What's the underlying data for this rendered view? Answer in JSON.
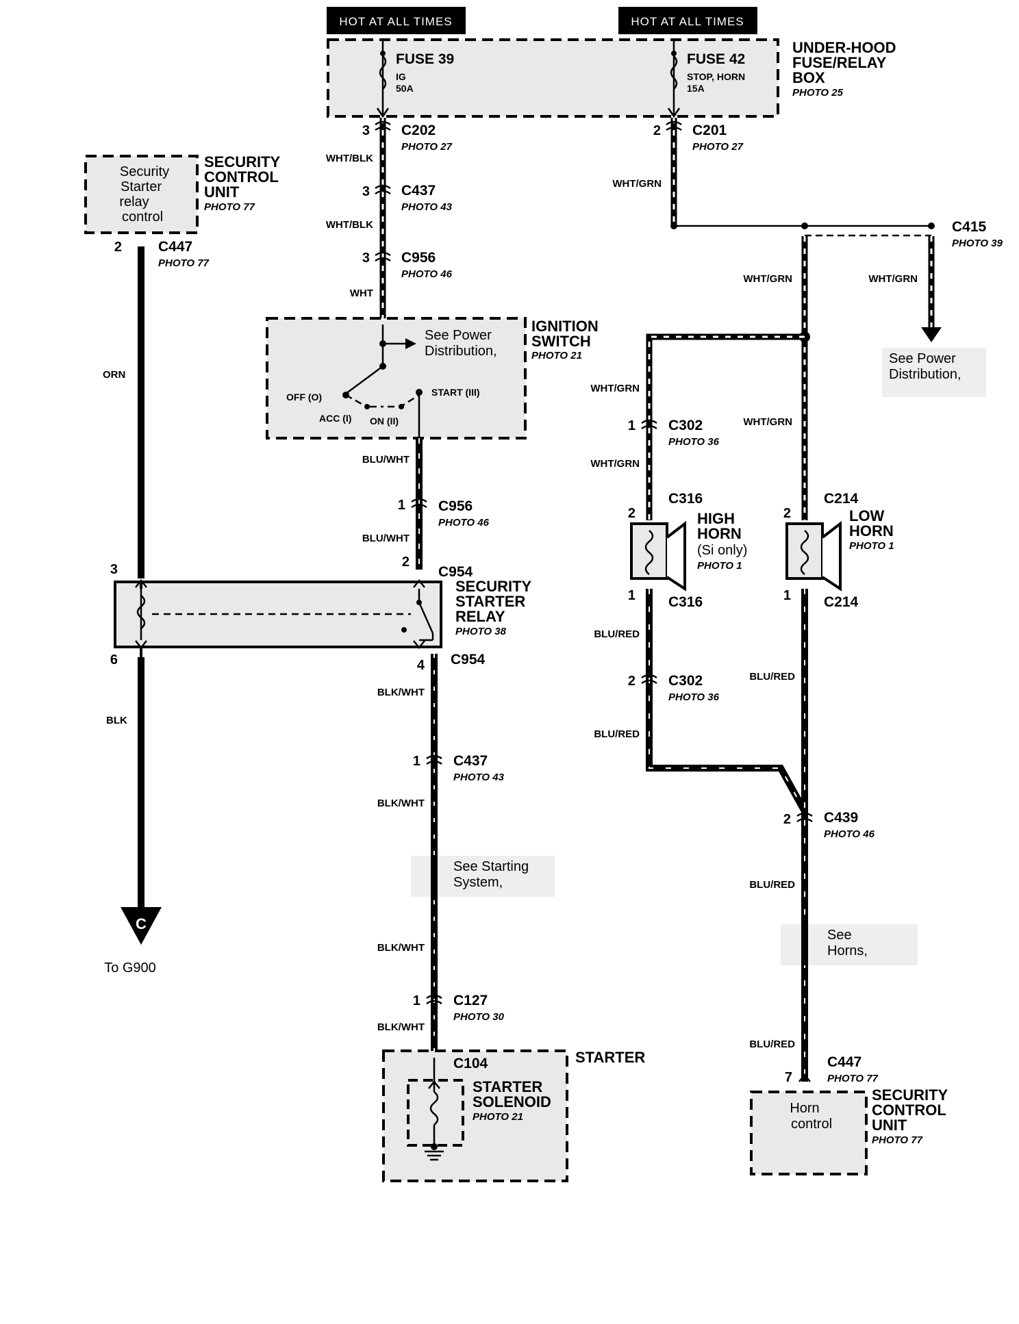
{
  "power": {
    "hot1": "HOT AT ALL TIMES",
    "hot2": "HOT AT ALL TIMES",
    "fuse39": {
      "name": "FUSE 39",
      "sub1": "IG",
      "sub2": "50A"
    },
    "fuse42": {
      "name": "FUSE 42",
      "sub1": "STOP, HORN",
      "sub2": "15A"
    },
    "box": {
      "line1": "UNDER-HOOD",
      "line2": "FUSE/RELAY",
      "line3": "BOX",
      "photo": "PHOTO 25"
    }
  },
  "scu_top": {
    "inner1": "Security",
    "inner2": "Starter",
    "inner3": "relay",
    "inner4": "control",
    "line1": "SECURITY",
    "line2": "CONTROL",
    "line3": "UNIT",
    "photo": "PHOTO 77",
    "pin": "2",
    "conn": "C447",
    "conn_photo": "PHOTO 77"
  },
  "left_wires": {
    "orn": "ORN",
    "blk": "BLK",
    "to": "To G900",
    "ground_letter": "C"
  },
  "ign_path": {
    "c202": {
      "pin": "3",
      "name": "C202",
      "photo": "PHOTO 27"
    },
    "w1": "WHT/BLK",
    "c437a": {
      "pin": "3",
      "name": "C437",
      "photo": "PHOTO 43"
    },
    "w2": "WHT/BLK",
    "c956a": {
      "pin": "3",
      "name": "C956",
      "photo": "PHOTO 46"
    },
    "w3": "WHT"
  },
  "ignition": {
    "line1": "IGNITION",
    "line2": "SWITCH",
    "photo": "PHOTO 21",
    "see1": "See Power",
    "see2": "Distribution,",
    "off": "OFF (O)",
    "acc": "ACC (I)",
    "on": "ON (II)",
    "start": "START (III)"
  },
  "start_path": {
    "w1": "BLU/WHT",
    "c956b": {
      "pin": "1",
      "name": "C956",
      "photo": "PHOTO 46"
    },
    "w2": "BLU/WHT",
    "c954a": {
      "pin": "2",
      "name": "C954"
    },
    "relay_left_pin_top": "3",
    "relay_left_pin_bot": "6",
    "c954b": {
      "pin": "4",
      "name": "C954"
    },
    "w3": "BLK/WHT",
    "c437b": {
      "pin": "1",
      "name": "C437",
      "photo": "PHOTO 43"
    },
    "w4": "BLK/WHT",
    "see1": "See Starting",
    "see2": "System,",
    "w5": "BLK/WHT",
    "c127": {
      "pin": "1",
      "name": "C127",
      "photo": "PHOTO 30"
    },
    "w6": "BLK/WHT",
    "c104": "C104"
  },
  "relay": {
    "line1": "SECURITY",
    "line2": "STARTER",
    "line3": "RELAY",
    "photo": "PHOTO 38"
  },
  "starter": {
    "title": "STARTER",
    "sol1": "STARTER",
    "sol2": "SOLENOID",
    "photo": "PHOTO 21"
  },
  "horn_path": {
    "c201": {
      "pin": "2",
      "name": "C201",
      "photo": "PHOTO 27"
    },
    "w1": "WHT/GRN",
    "c415": {
      "name": "C415",
      "photo": "PHOTO 39"
    },
    "w2": "WHT/GRN",
    "w3": "WHT/GRN",
    "see1": "See Power",
    "see2": "Distribution,",
    "w4": "WHT/GRN",
    "c302a": {
      "pin": "1",
      "name": "C302",
      "photo": "PHOTO 36"
    },
    "w5": "WHT/GRN",
    "w6": "WHT/GRN",
    "c316a": {
      "pin": "2",
      "name": "C316"
    },
    "c214a": {
      "pin": "2",
      "name": "C214"
    },
    "high": {
      "line1": "HIGH",
      "line2": "HORN",
      "line3": "(Si only)",
      "photo": "PHOTO 1"
    },
    "low": {
      "line1": "LOW",
      "line2": "HORN",
      "photo": "PHOTO 1"
    },
    "c316b": {
      "pin": "1",
      "name": "C316"
    },
    "c214b": {
      "pin": "1",
      "name": "C214"
    },
    "w7": "BLU/RED",
    "c302b": {
      "pin": "2",
      "name": "C302",
      "photo": "PHOTO 36"
    },
    "w8": "BLU/RED",
    "w9": "BLU/RED",
    "c439": {
      "pin": "2",
      "name": "C439",
      "photo": "PHOTO 46"
    },
    "w10": "BLU/RED",
    "see3": "See",
    "see4": "Horns,",
    "w11": "BLU/RED",
    "c447": {
      "pin": "7",
      "name": "C447",
      "photo": "PHOTO 77"
    }
  },
  "scu_bot": {
    "inner1": "Horn",
    "inner2": "control",
    "line1": "SECURITY",
    "line2": "CONTROL",
    "line3": "UNIT",
    "photo": "PHOTO 77"
  }
}
